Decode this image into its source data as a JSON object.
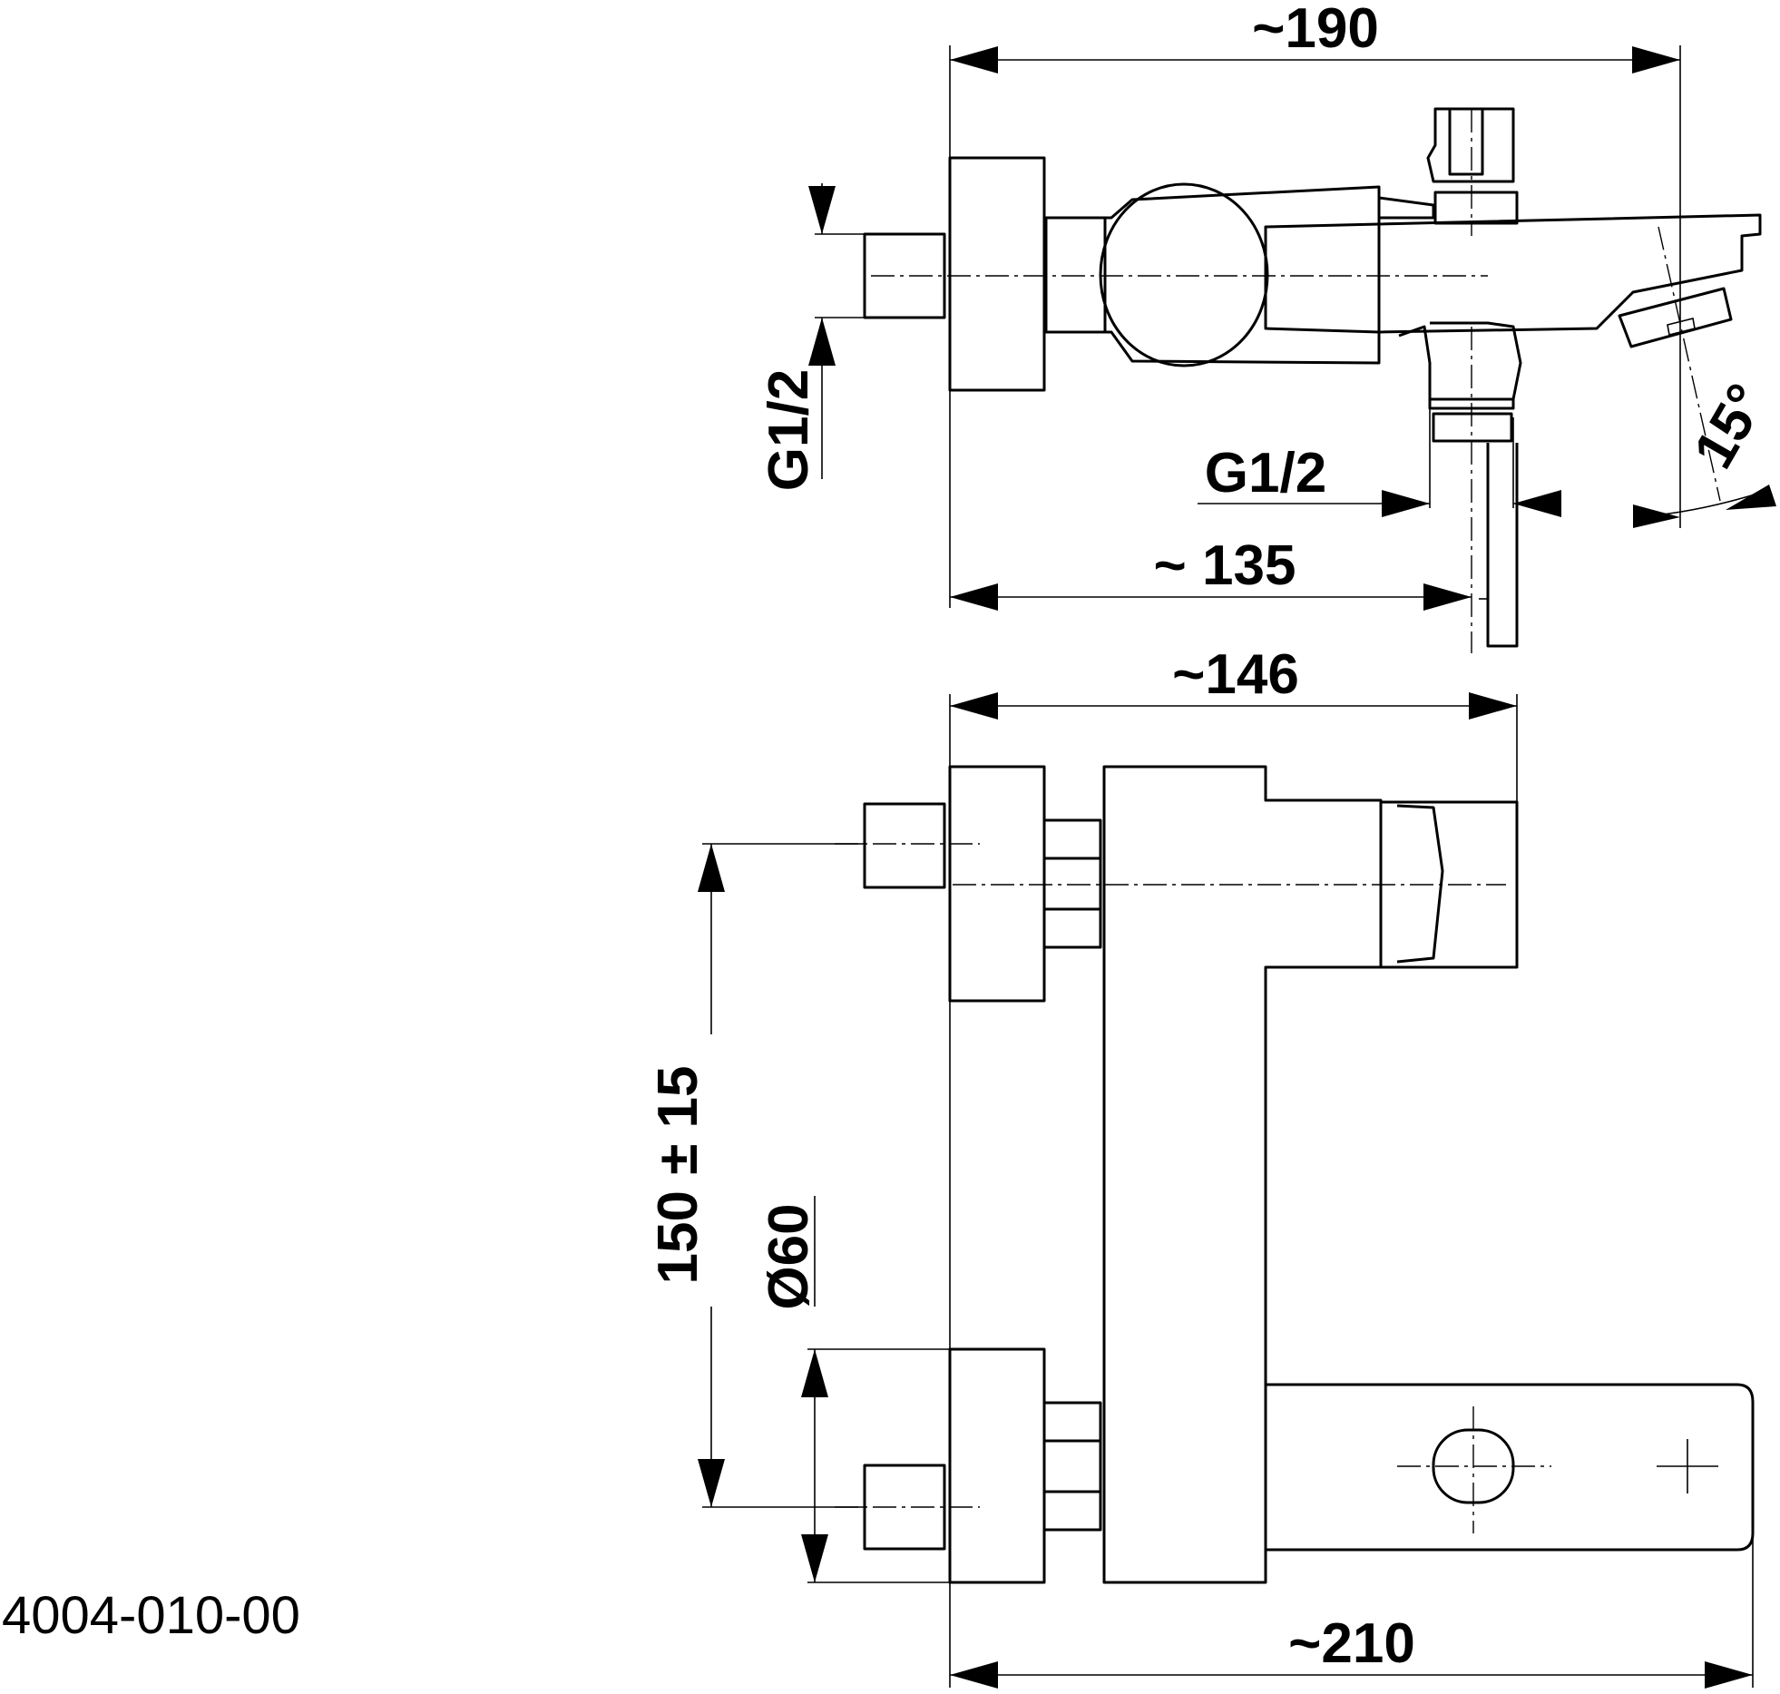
{
  "drawing": {
    "part_number": "4004-010-00",
    "side_view": {
      "width_total": "~190",
      "inlet_thread_left": "G1/2",
      "outlet_thread": "G1/2",
      "to_outlet": "~ 135",
      "spout_angle": "15°"
    },
    "front_view": {
      "width_top": "~146",
      "centre_distance": "150 ± 15",
      "flange_diameter": "Ø60",
      "width_total": "~210"
    }
  }
}
